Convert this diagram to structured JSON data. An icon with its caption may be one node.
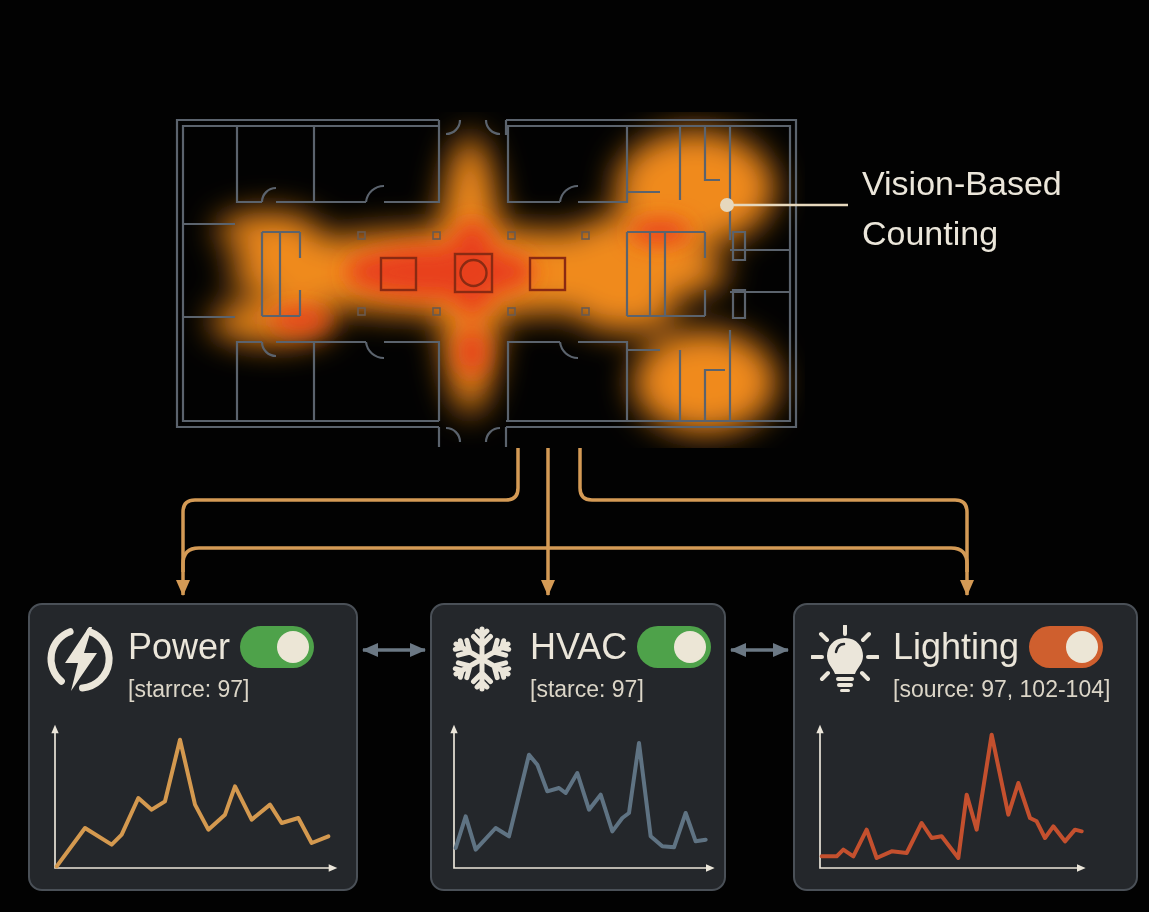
{
  "diagram": {
    "nodes": [
      {
        "text": [],
        "shape": "picture"
      },
      {
        "text": [
          "Vision-Based Counting"
        ]
      },
      {
        "text": [
          "Power",
          "[starrce: 97]"
        ]
      },
      {
        "text": [
          "HVAC",
          "[starce: 97]"
        ]
      },
      {
        "text": [
          "Lighting",
          "[source: 97, 102-104]"
        ]
      }
    ],
    "edges": [
      {
        "from": 0,
        "to": 2,
        "arrow": "to"
      },
      {
        "from": 0,
        "to": 3,
        "arrow": "to"
      },
      {
        "from": 0,
        "to": 4,
        "arrow": "to"
      },
      {
        "from": 2,
        "to": 3,
        "arrow": "both",
        "color": "#6b7884"
      },
      {
        "from": 3,
        "to": 4,
        "arrow": "both",
        "color": "#6b7884"
      },
      {
        "from": 1,
        "to": 0,
        "arrow": "other",
        "color": "#e6d8bd"
      }
    ]
  }
}
